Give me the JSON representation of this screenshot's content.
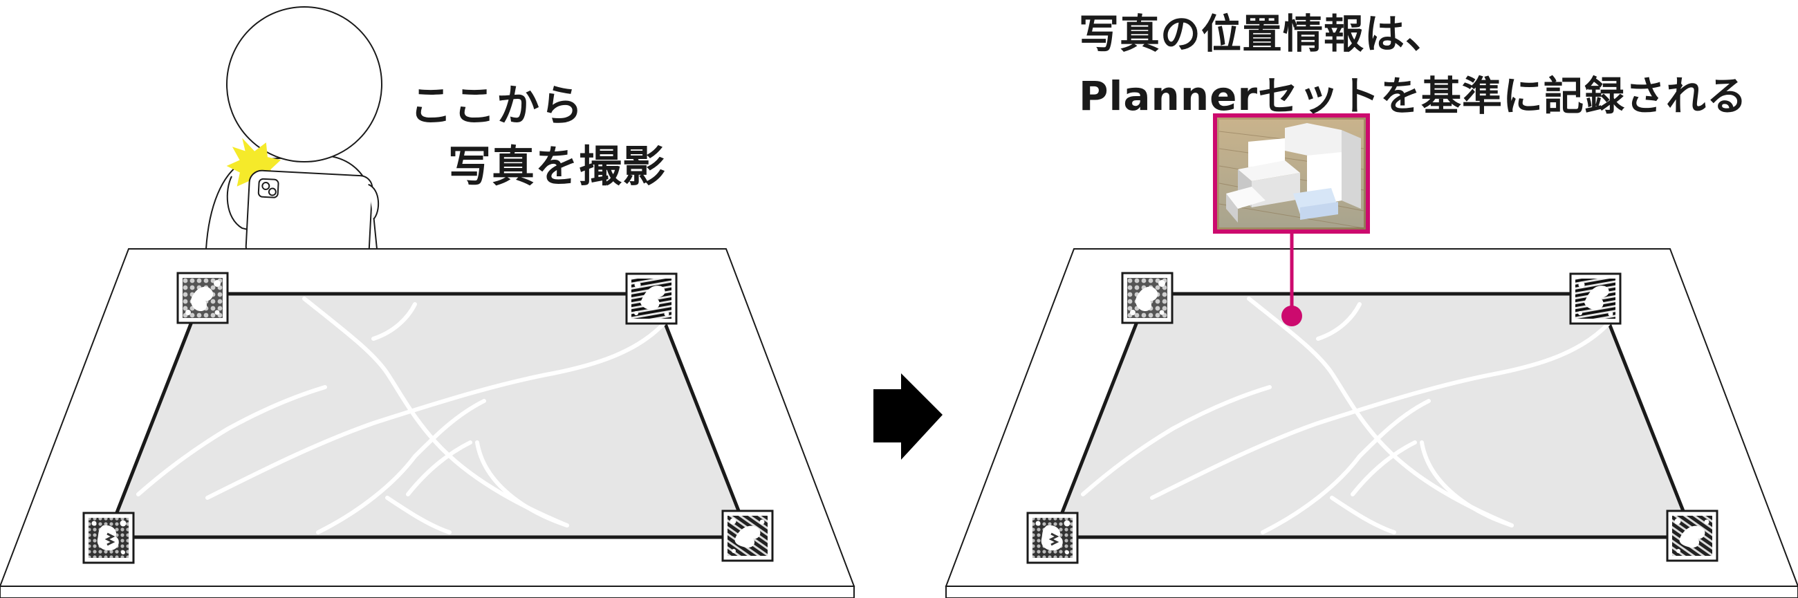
{
  "captions": {
    "left_line1": "ここから",
    "left_line2": "写真を撮影",
    "right_line1": "写真の位置情報は、",
    "right_line2": "Plannerセットを基準に記録される"
  },
  "colors": {
    "ink": "#1a1a1a",
    "mat_fill": "#e6e6e6",
    "table_fill": "#ffffff",
    "accent_pin": "#cc0a6e",
    "flash": "#f5ea2a",
    "paths": "#ffffff"
  },
  "icons": {
    "person": "person-with-phone-icon",
    "phone": "smartphone-icon",
    "flash": "camera-flash-icon",
    "arrow": "right-arrow-icon",
    "marker": "ar-marker-icon",
    "pin": "location-pin-icon",
    "photo": "photo-thumbnail-icon"
  }
}
